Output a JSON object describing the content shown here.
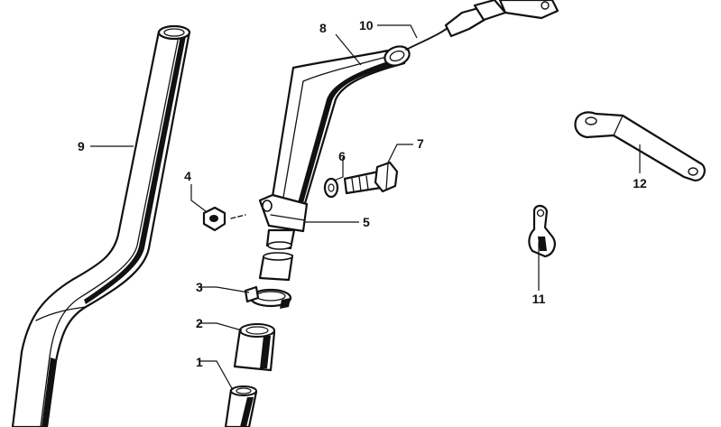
{
  "callouts": [
    {
      "id": "1",
      "text": "1",
      "part": "oil-dipstick-lower-tube"
    },
    {
      "id": "2",
      "text": "2",
      "part": "rubber-hose-sleeve"
    },
    {
      "id": "3",
      "text": "3",
      "part": "hose-clamp"
    },
    {
      "id": "4",
      "text": "4",
      "part": "hex-nut"
    },
    {
      "id": "5",
      "text": "5",
      "part": "mounting-clamp-bracket"
    },
    {
      "id": "6",
      "text": "6",
      "part": "washer"
    },
    {
      "id": "7",
      "text": "7",
      "part": "hex-bolt"
    },
    {
      "id": "8",
      "text": "8",
      "part": "dipstick-guide-tube"
    },
    {
      "id": "9",
      "text": "9",
      "part": "long-bent-tube"
    },
    {
      "id": "10",
      "text": "10",
      "part": "oil-dipstick"
    },
    {
      "id": "11",
      "text": "11",
      "part": "cable-clip"
    },
    {
      "id": "12",
      "text": "12",
      "part": "support-bracket"
    }
  ]
}
